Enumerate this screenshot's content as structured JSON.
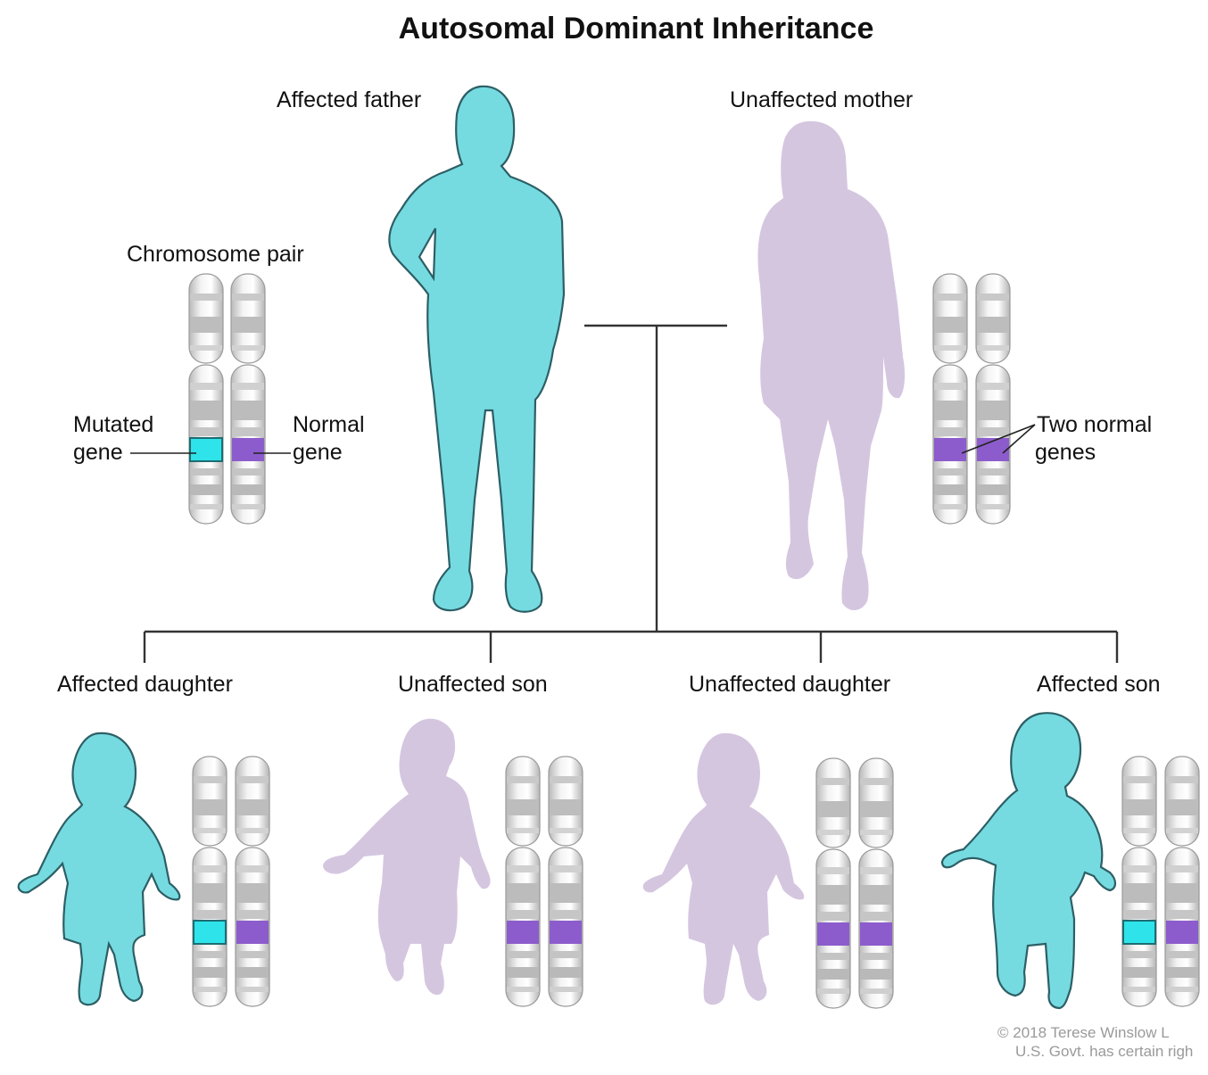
{
  "title": "Autosomal Dominant Inheritance",
  "parents": {
    "father_label": "Affected father",
    "mother_label": "Unaffected mother"
  },
  "legend": {
    "chromosome_pair": "Chromosome pair",
    "mutated_gene_line1": "Mutated",
    "mutated_gene_line2": "gene",
    "normal_gene_line1": "Normal",
    "normal_gene_line2": "gene",
    "two_normal_line1": "Two normal",
    "two_normal_line2": "genes"
  },
  "children": [
    {
      "label": "Affected daughter",
      "affected": true
    },
    {
      "label": "Unaffected son",
      "affected": false
    },
    {
      "label": "Unaffected daughter",
      "affected": false
    },
    {
      "label": "Affected son",
      "affected": true
    }
  ],
  "credit": {
    "line1": "© 2018 Terese Winslow L",
    "line2": "U.S. Govt. has certain righ"
  },
  "colors": {
    "affected": "#76dbe0",
    "unaffected": "#d5c6e0",
    "mutated_gene": "#2ee3ea",
    "normal_gene": "#8c5ccc"
  }
}
